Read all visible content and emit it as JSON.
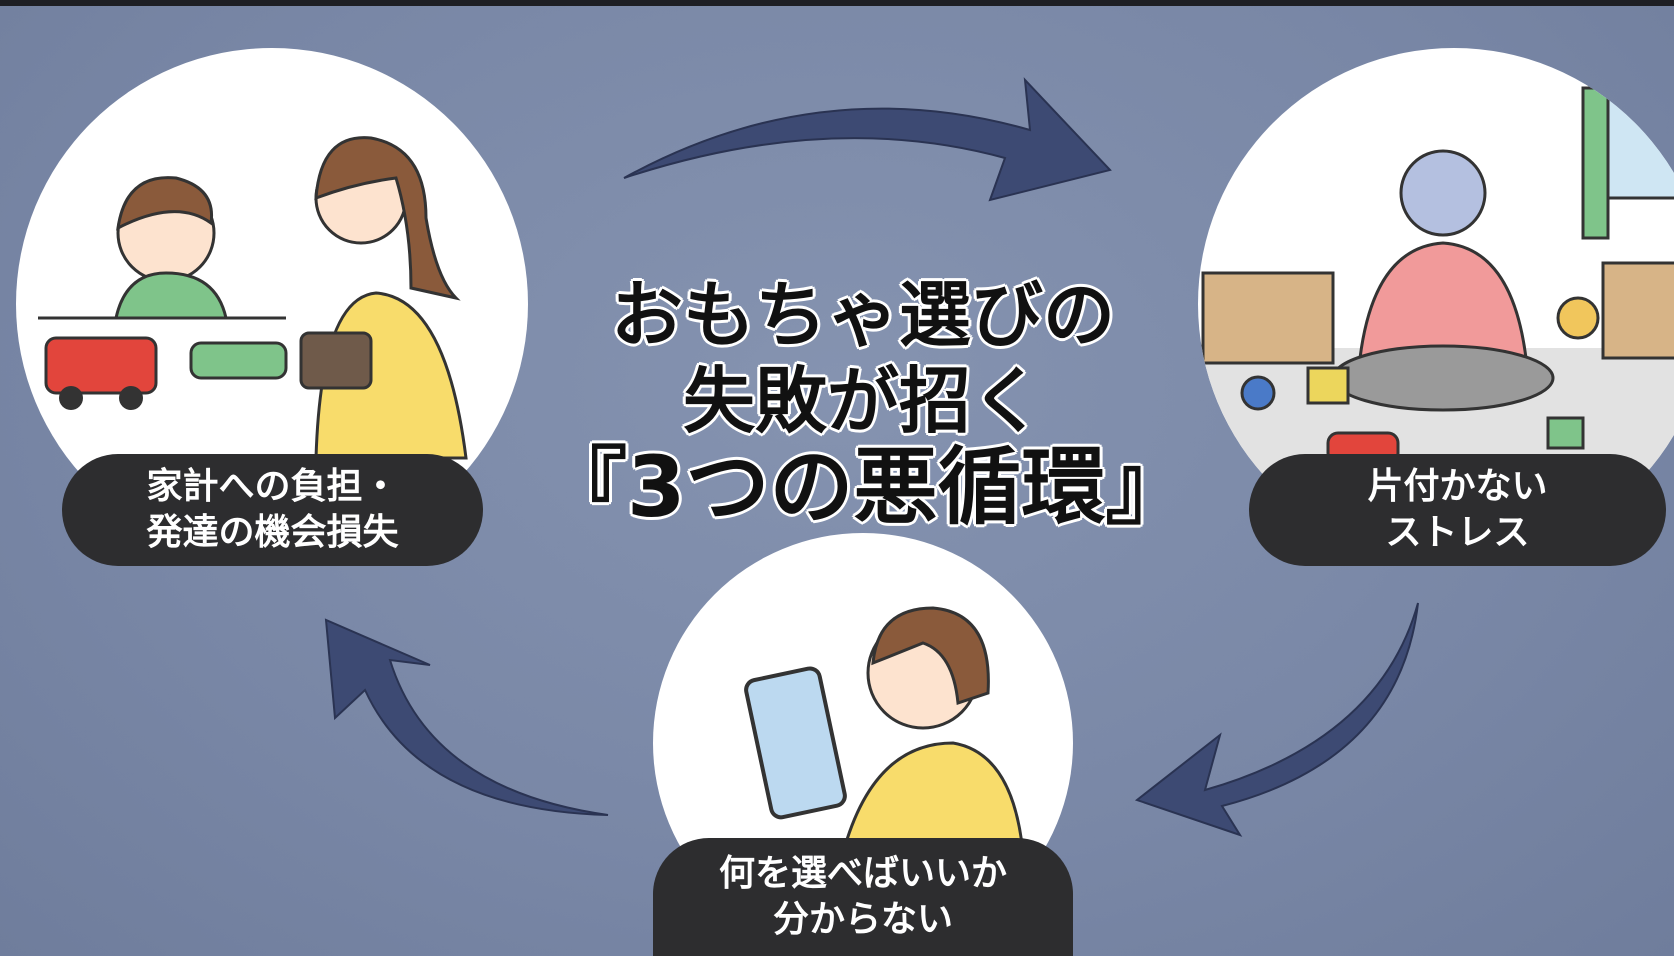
{
  "title": {
    "line1": "おもちゃ選びの",
    "line2": "失敗が招く",
    "line3": "『3つの悪循環』"
  },
  "cycle": [
    {
      "label_line1": "家計への負担・",
      "label_line2": "発達の機会損失",
      "illustration": "worried-child-and-mother-with-empty-wallet"
    },
    {
      "label_line1": "片付かない",
      "label_line2": "ストレス",
      "illustration": "stressed-woman-in-messy-toy-room"
    },
    {
      "label_line1": "何を選べばいいか",
      "label_line2": "分からない",
      "illustration": "confused-person-browsing-toys-on-phone"
    }
  ],
  "colors": {
    "background": "#7b89a8",
    "arrow": "#3d4a73",
    "label_bg": "#2d2d2f"
  }
}
